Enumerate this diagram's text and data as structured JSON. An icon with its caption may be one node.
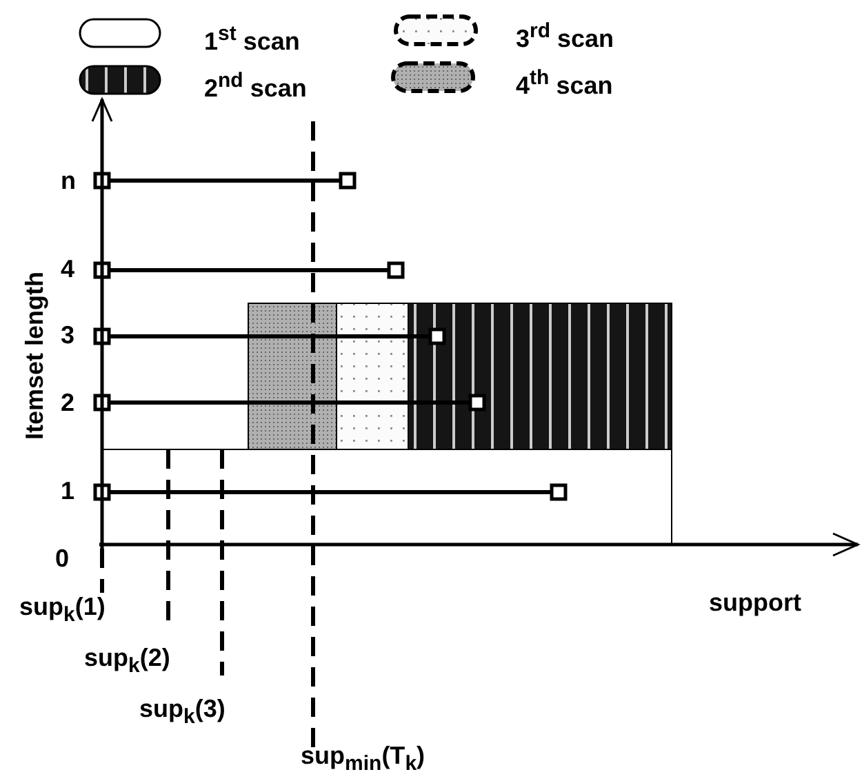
{
  "diagram": {
    "labels": [
      "n",
      "4",
      "3",
      "2",
      "1",
      "0",
      "Itemset length",
      "support",
      "sup$_{k}$(1)",
      "sup$_{k}$(2)",
      "sup$_{k}$(3)",
      "sup$_{min}$(T$_{k}$)"
    ],
    "legend": [
      {
        "text": "1$^{st}$ scan"
      },
      {
        "text": "3$^{rd}$ scan"
      },
      {
        "text": "2$^{nd}$ scan"
      },
      {
        "text": "4$^{th}$ scan"
      }
    ]
  }
}
